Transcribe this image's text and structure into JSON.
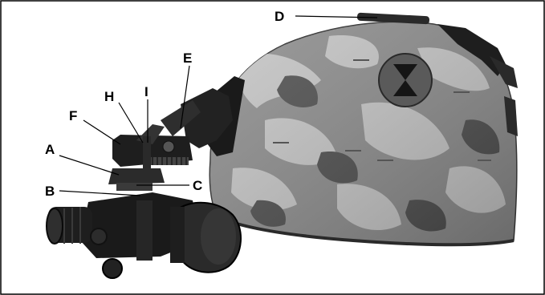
{
  "figure": {
    "callouts": {
      "a": "A",
      "b": "B",
      "c": "C",
      "d": "D",
      "e": "E",
      "f": "F",
      "h": "H",
      "i": "I"
    },
    "colors": {
      "border": "#000000",
      "background": "#ffffff",
      "camo_base": "#8a8a8a",
      "camo_light": "#c4c4c4",
      "camo_dark": "#4a4a4a",
      "device_black": "#1a1a1a",
      "eyecup": "#2a2a2a"
    },
    "icon_names": [
      "helmet-icon",
      "night-vision-monocular-icon",
      "mount-bracket-icon"
    ]
  }
}
